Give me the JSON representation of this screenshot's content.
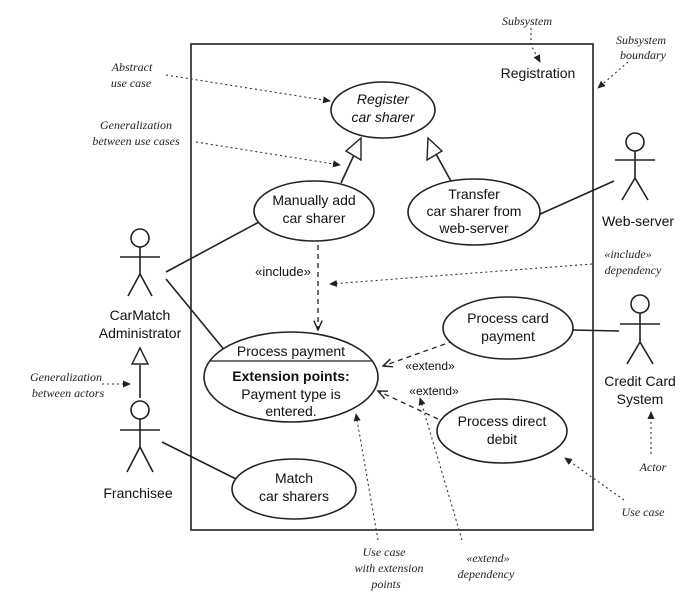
{
  "subsystem": {
    "title": "Registration"
  },
  "use_cases": {
    "register": [
      "Register",
      "car sharer"
    ],
    "manual_add": [
      "Manually add",
      "car sharer"
    ],
    "transfer": [
      "Transfer",
      "car sharer from",
      "web-server"
    ],
    "process_payment": {
      "name": "Process payment",
      "ext_heading": "Extension points:",
      "ext_lines": [
        "Payment type is",
        "entered."
      ]
    },
    "card_payment": [
      "Process card",
      "payment"
    ],
    "direct_debit": [
      "Process direct",
      "debit"
    ],
    "match": [
      "Match",
      "car sharers"
    ]
  },
  "actors": {
    "admin": [
      "CarMatch",
      "Administrator"
    ],
    "franchisee": [
      "Franchisee"
    ],
    "web_server": [
      "Web-server"
    ],
    "credit_card": [
      "Credit Card",
      "System"
    ]
  },
  "stereotypes": {
    "include": "«include»",
    "extend_1": "«extend»",
    "extend_2": "«extend»"
  },
  "annotations": {
    "subsystem": [
      "Subsystem"
    ],
    "subsystem_boundary": [
      "Subsystem",
      "boundary"
    ],
    "abstract_use_case": [
      "Abstract",
      "use case"
    ],
    "generalization_use_cases": [
      "Generalization",
      "between use cases"
    ],
    "include_dependency": [
      "«include»",
      "dependency"
    ],
    "generalization_actors": [
      "Generalization",
      "between actors"
    ],
    "actor": [
      "Actor"
    ],
    "use_case": [
      "Use case"
    ],
    "use_case_ext_points": [
      "Use case",
      "with extension",
      "points"
    ],
    "extend_dependency": [
      "«extend»",
      "dependency"
    ]
  }
}
